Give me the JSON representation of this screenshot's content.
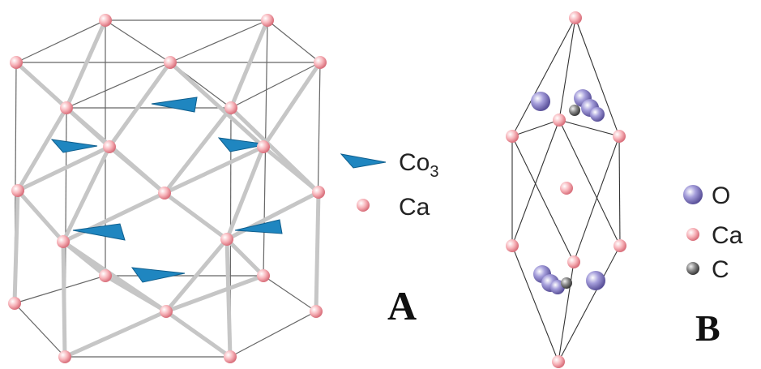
{
  "panel_a": {
    "label": "A",
    "legend": {
      "co3_text": "Co",
      "co3_sub": "3",
      "ca_text": "Ca"
    }
  },
  "panel_b": {
    "label": "B",
    "legend": {
      "o_text": "O",
      "ca_text": "Ca",
      "c_text": "C"
    }
  },
  "colors": {
    "ca": "#f4a6ad",
    "o": "#8f86c9",
    "c": "#6d6d6d",
    "co3": "#1f86c0",
    "bond": "#c8c8c8",
    "edge": "#555555"
  }
}
